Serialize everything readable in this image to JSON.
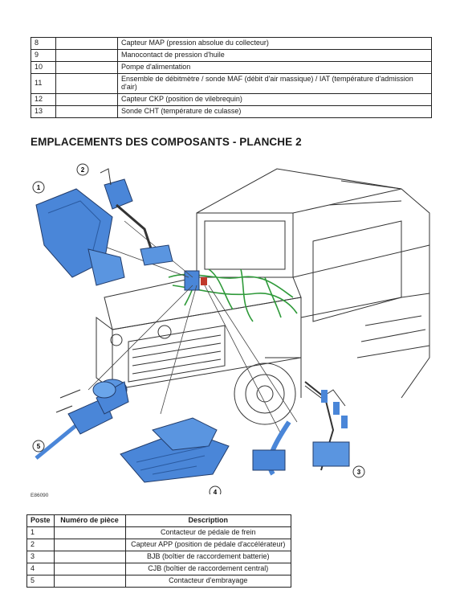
{
  "parts_table_top": {
    "rows": [
      {
        "poste": "8",
        "numero": "",
        "description": "Capteur MAP (pression absolue du collecteur)"
      },
      {
        "poste": "9",
        "numero": "",
        "description": "Manocontact de pression d'huile"
      },
      {
        "poste": "10",
        "numero": "",
        "description": "Pompe d'alimentation"
      },
      {
        "poste": "11",
        "numero": "",
        "description": "Ensemble de débitmètre / sonde MAF (débit d'air massique) / IAT (température d'admission d'air)"
      },
      {
        "poste": "12",
        "numero": "",
        "description": "Capteur CKP (position de vilebrequin)"
      },
      {
        "poste": "13",
        "numero": "",
        "description": "Sonde CHT (température de culasse)"
      }
    ]
  },
  "section_title": "EMPLACEMENTS DES COMPOSANTS - PLANCHE 2",
  "diagram": {
    "callouts": [
      "1",
      "2",
      "3",
      "4",
      "5"
    ],
    "figure_code": "E86090",
    "colors": {
      "component_blue": "#4a86d8",
      "harness_green": "#2f9a3a",
      "line": "#333333"
    }
  },
  "parts_table_bottom": {
    "headers": {
      "poste": "Poste",
      "numero": "Numéro de pièce",
      "description": "Description"
    },
    "rows": [
      {
        "poste": "1",
        "numero": "",
        "description": "Contacteur de pédale de frein"
      },
      {
        "poste": "2",
        "numero": "",
        "description": "Capteur APP (position de pédale d'accélérateur)"
      },
      {
        "poste": "3",
        "numero": "",
        "description": "BJB (boîtier de raccordement batterie)"
      },
      {
        "poste": "4",
        "numero": "",
        "description": "CJB (boîtier de raccordement central)"
      },
      {
        "poste": "5",
        "numero": "",
        "description": "Contacteur d'embrayage"
      }
    ]
  }
}
